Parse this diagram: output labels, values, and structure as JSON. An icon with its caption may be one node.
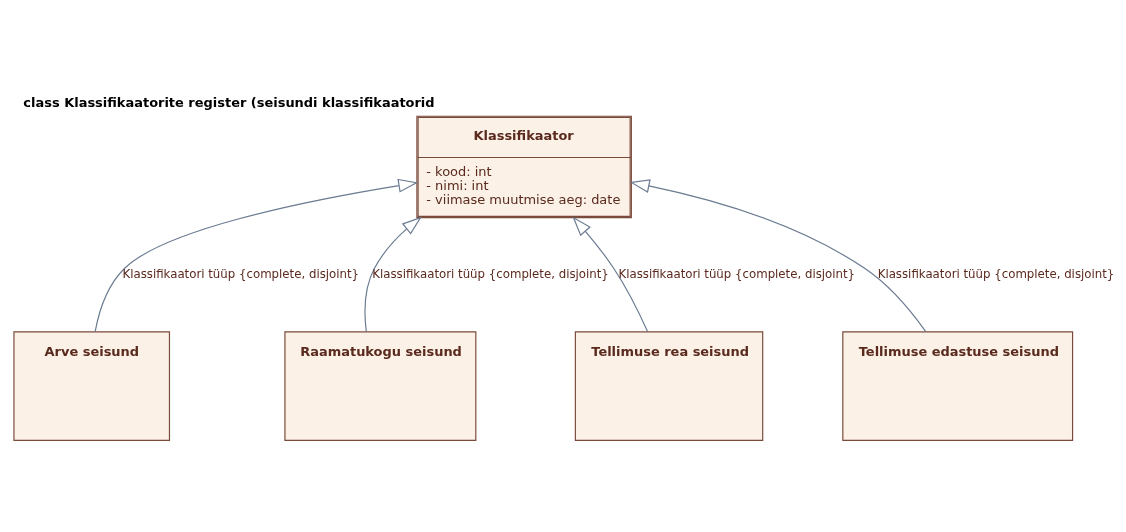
{
  "diagram": {
    "title": "class Klassifikaatorite register (seisundi klassifikaatorid",
    "nodes": [
      {
        "text": [
          "Klassifikaator",
          "- kood: int",
          "- nimi: int",
          "- viimase muutmise aeg: date"
        ]
      },
      {
        "text": [
          "Arve seisund"
        ]
      },
      {
        "text": [
          "Raamatukogu seisund"
        ]
      },
      {
        "text": [
          "Tellimuse rea seisund"
        ]
      },
      {
        "text": [
          "Tellimuse edastuse seisund"
        ]
      }
    ],
    "edges": [
      {
        "from": 1,
        "to": 0,
        "arrow": "to",
        "label": "Klassifikaatori tüüp {complete, disjoint}"
      },
      {
        "from": 2,
        "to": 0,
        "arrow": "to",
        "label": "Klassifikaatori tüüp {complete, disjoint}"
      },
      {
        "from": 3,
        "to": 0,
        "arrow": "to",
        "label": "Klassifikaatori tüüp {complete, disjoint}"
      },
      {
        "from": 4,
        "to": 0,
        "arrow": "to",
        "label": "Klassifikaatori tüüp {complete, disjoint}"
      }
    ]
  }
}
